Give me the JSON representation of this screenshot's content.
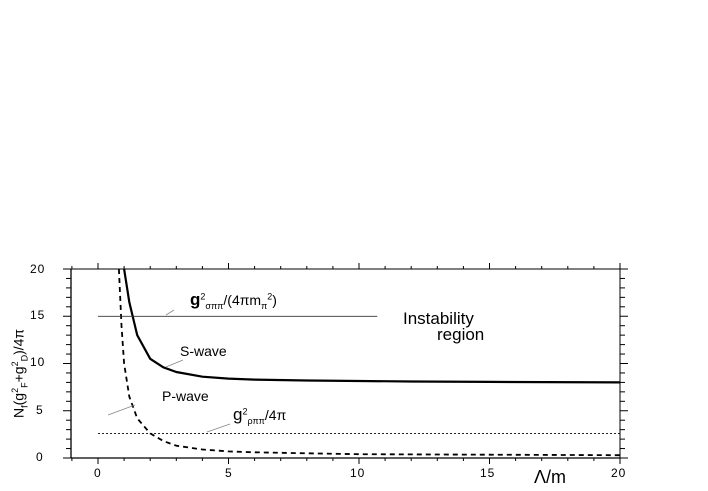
{
  "chart_data": {
    "type": "line",
    "title": "",
    "xlabel": "Λ/m",
    "ylabel": "N_f(g_F^2+g_D^2)/4π",
    "xlim": [
      -1,
      20
    ],
    "ylim": [
      0,
      20
    ],
    "x_ticks": [
      "0",
      "5",
      "10",
      "15",
      "20"
    ],
    "y_ticks": [
      "0",
      "5",
      "10",
      "15",
      "20"
    ],
    "grid": false,
    "series": [
      {
        "name": "S-wave",
        "style": "solid-thick",
        "x": [
          1.0,
          1.2,
          1.5,
          2.0,
          2.5,
          3.0,
          4.0,
          5.0,
          6.0,
          8.0,
          10.0,
          12.0,
          15.0,
          20.0
        ],
        "y": [
          20.0,
          16.5,
          13.0,
          10.5,
          9.6,
          9.1,
          8.6,
          8.4,
          8.3,
          8.2,
          8.15,
          8.1,
          8.05,
          8.0
        ]
      },
      {
        "name": "P-wave",
        "style": "dashed",
        "x": [
          0.8,
          0.9,
          1.0,
          1.2,
          1.5,
          2.0,
          2.5,
          3.0,
          4.0,
          5.0,
          6.0,
          8.0,
          10.0,
          15.0,
          20.0
        ],
        "y": [
          20.0,
          14.0,
          10.0,
          6.5,
          4.2,
          2.6,
          1.8,
          1.3,
          0.9,
          0.7,
          0.6,
          0.5,
          0.4,
          0.35,
          0.3
        ]
      },
      {
        "name": "g²σππ/(4πmπ²)",
        "style": "solid-thin",
        "x": [
          0,
          10.7
        ],
        "y": [
          15,
          15
        ]
      },
      {
        "name": "g²ρππ/4π",
        "style": "dotted",
        "x": [
          0,
          20
        ],
        "y": [
          2.6,
          2.6
        ]
      }
    ],
    "annotations": [
      {
        "text": "Instability region",
        "x": 14.5,
        "y": 14.5
      },
      {
        "text": "S-wave",
        "x": 3.5,
        "y": 11
      },
      {
        "text": "P-wave",
        "x": 3.0,
        "y": 5.0
      },
      {
        "text": "g²σππ/(4πmπ²)",
        "x": 7.0,
        "y": 17.0
      },
      {
        "text": "g²ρππ/4π",
        "x": 7.0,
        "y": 4.2
      }
    ]
  },
  "labels": {
    "instability_line1": "Instability",
    "instability_line2": "region",
    "s_wave": "S-wave",
    "p_wave": "P-wave",
    "sigma_g": "g",
    "sigma_sup": "2",
    "sigma_sub": "σππ",
    "sigma_rest": "/(4πm",
    "sigma_sub2": "π",
    "sigma_sup2": "2",
    "sigma_close": ")",
    "rho_g": "g",
    "rho_sup": "2",
    "rho_sub": "ρππ",
    "rho_rest": "/4π",
    "xlabel": "Λ/m",
    "ylabel_n": "N",
    "ylabel_f": "f",
    "ylabel_mid1": "(g",
    "ylabel_sup1": "2",
    "ylabel_F": "F",
    "ylabel_plus": "+g",
    "ylabel_sup2": "2",
    "ylabel_D": "D",
    "ylabel_end": ")/4π"
  }
}
